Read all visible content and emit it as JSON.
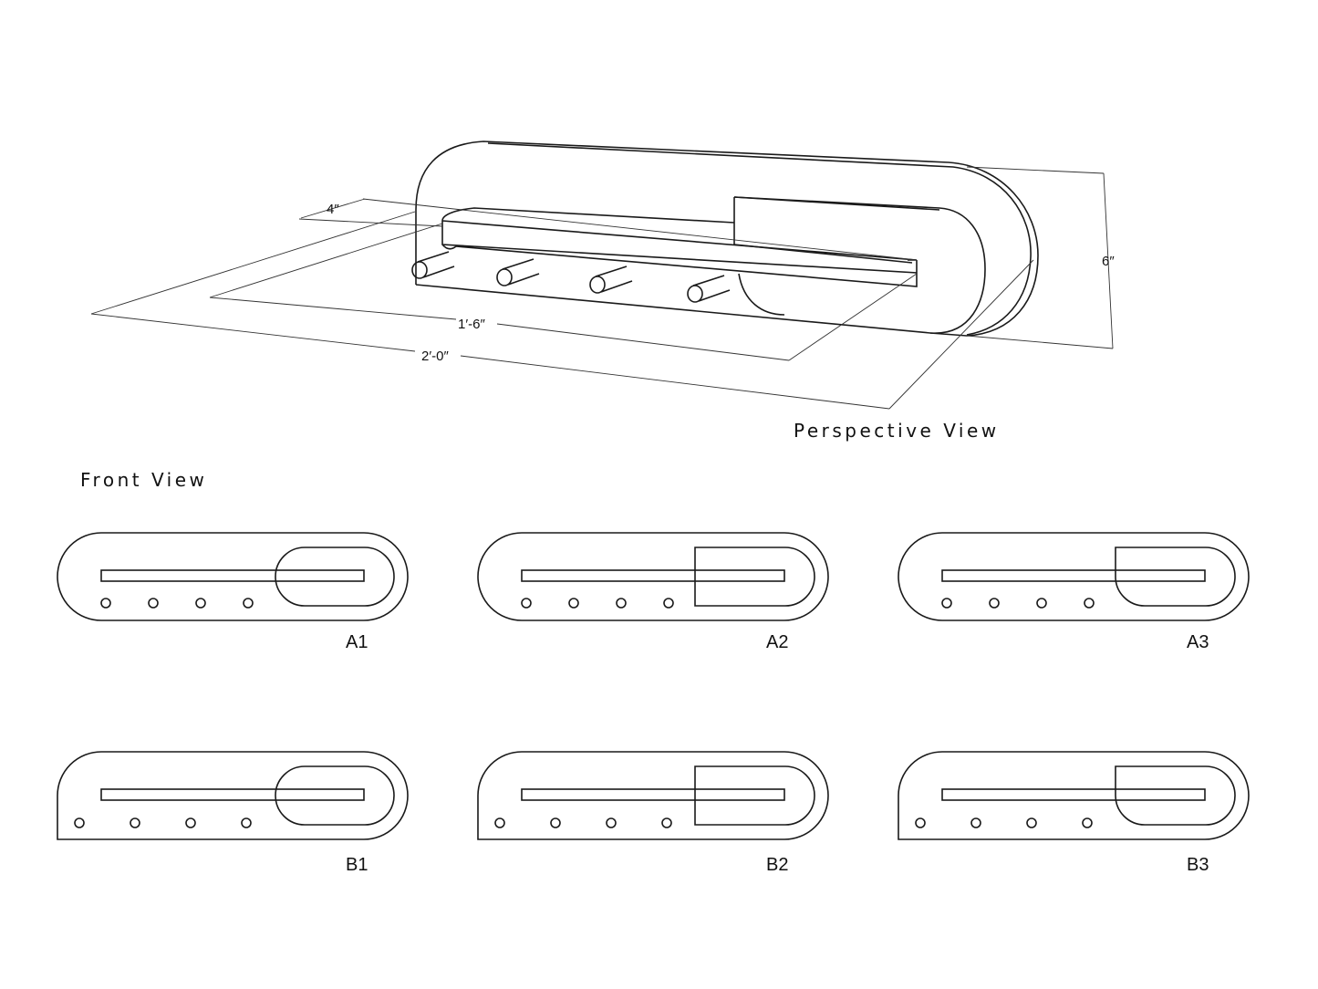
{
  "perspective": {
    "title": "Perspective View",
    "dimensions": {
      "depth": "4″",
      "shelf_length": "1′-6″",
      "overall_length": "2′-0″",
      "height": "6″"
    },
    "peg_count": 4
  },
  "front": {
    "title": "Front View",
    "variants": [
      {
        "label": "A1",
        "body": "stadium",
        "cutout": "stadium"
      },
      {
        "label": "A2",
        "body": "stadium",
        "cutout": "square-left"
      },
      {
        "label": "A3",
        "body": "stadium",
        "cutout": "rounded-bottom-left"
      },
      {
        "label": "B1",
        "body": "square-bottom-left",
        "cutout": "stadium"
      },
      {
        "label": "B2",
        "body": "square-bottom-left",
        "cutout": "square-left"
      },
      {
        "label": "B3",
        "body": "square-bottom-left",
        "cutout": "rounded-bottom-left"
      }
    ]
  }
}
